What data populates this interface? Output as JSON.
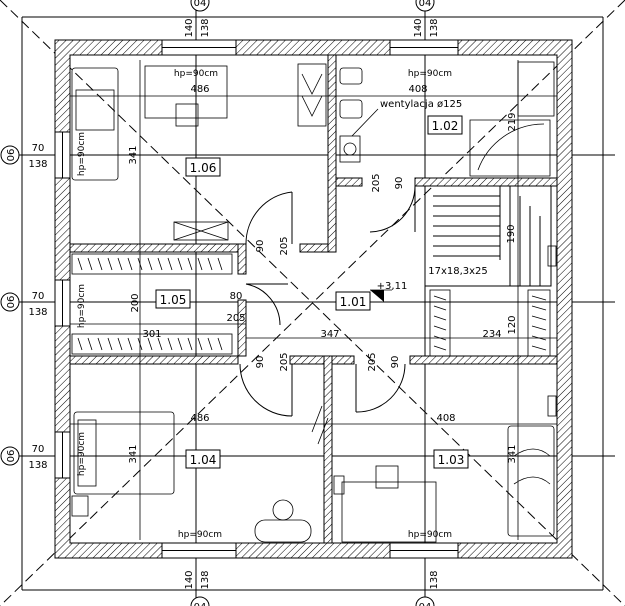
{
  "rooms": [
    {
      "id": "r1",
      "label": "1.01"
    },
    {
      "id": "r2",
      "label": "1.02"
    },
    {
      "id": "r3",
      "label": "1.03"
    },
    {
      "id": "r4",
      "label": "1.04"
    },
    {
      "id": "r5",
      "label": "1.05"
    },
    {
      "id": "r6",
      "label": "1.06"
    }
  ],
  "axes": {
    "top_left": "04",
    "top_right": "04",
    "bottom_left": "04",
    "bottom_right": "04",
    "left_top": "06",
    "left_mid": "06",
    "left_bottom": "06"
  },
  "dims": {
    "d140": "140",
    "d138": "138",
    "d70": "70",
    "d486": "486",
    "d408": "408",
    "d341": "341",
    "d219": "219",
    "d205": "205",
    "d90": "90",
    "d200": "200",
    "d80": "80",
    "d301": "301",
    "d347": "347",
    "d234": "234",
    "d120": "120",
    "d190": "190"
  },
  "notes": {
    "hp": "hp=90cm",
    "vent": "wentylacja ø125",
    "stairs": "17x18,3x25",
    "level": "+3,11"
  }
}
